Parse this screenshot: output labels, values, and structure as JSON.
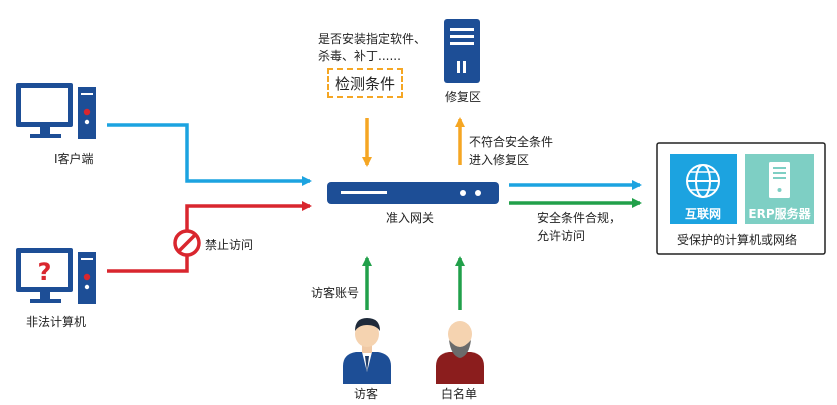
{
  "nodes": {
    "client": "I客户端",
    "illegal": "非法计算机",
    "gateway": "准入网关",
    "repair": "修复区",
    "visitor": "访客",
    "whitelist": "白名单",
    "internet": "互联网",
    "erp": "ERP服务器",
    "protected": "受保护的计算机或网络",
    "question_mark": "?"
  },
  "conditions": {
    "line1": "是否安装指定软件、",
    "line2": "杀毒、补丁......",
    "box": "检测条件"
  },
  "edges": {
    "forbidden": "禁止访问",
    "noncompliant_1": "不符合安全条件",
    "noncompliant_2": "进入修复区",
    "compliant_1": "安全条件合规，",
    "compliant_2": "允许访问",
    "visitor_account": "访客账号"
  },
  "colors": {
    "blue": "#1ca3e0",
    "red": "#d9262e",
    "green": "#21a04a",
    "orange": "#f5a623",
    "navy": "#1d4e96",
    "teal": "#7ecfc4"
  }
}
